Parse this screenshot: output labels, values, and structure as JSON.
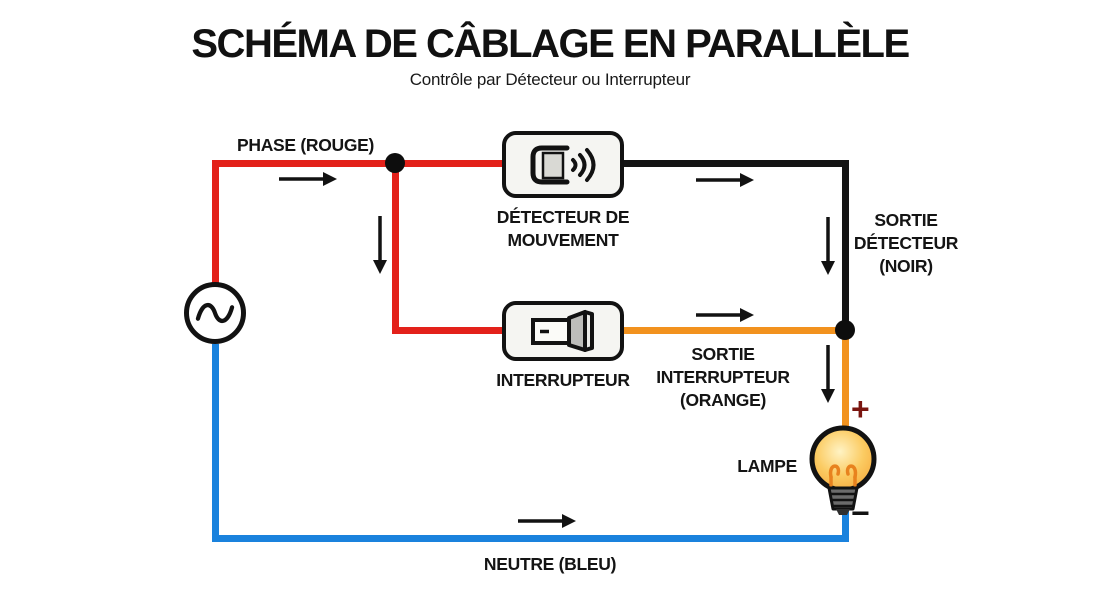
{
  "header": {
    "title": "SCHÉMA DE CÂBLAGE EN PARALLÈLE",
    "subtitle": "Contrôle par Détecteur ou Interrupteur"
  },
  "wires": {
    "phase_label": "PHASE (ROUGE)",
    "neutral_label": "NEUTRE (BLEU)",
    "detector_output_label": [
      "SORTIE",
      "DÉTECTEUR",
      "(NOIR)"
    ],
    "switch_output_label": [
      "SORTIE",
      "INTERRUPTEUR",
      "(ORANGE)"
    ]
  },
  "components": {
    "detector_label": [
      "DÉTECTEUR DE",
      "MOUVEMENT"
    ],
    "switch_label": "INTERRUPTEUR",
    "lamp_label": "LAMPE",
    "lamp_plus": "+",
    "lamp_minus": "−"
  },
  "icons": {
    "ac_source": "sine-wave-source-icon",
    "motion_detector": "pir-sensor-icon",
    "switch": "rocker-switch-icon",
    "lamp": "light-bulb-icon",
    "flow": "arrow-icon"
  },
  "colors": {
    "phase_red": "#e3211a",
    "wire_black": "#141414",
    "switch_orange": "#f2921e",
    "neutral_blue": "#1a82dd",
    "plus_maroon": "#7a150f",
    "bulb_glow": "#f6a93b"
  }
}
